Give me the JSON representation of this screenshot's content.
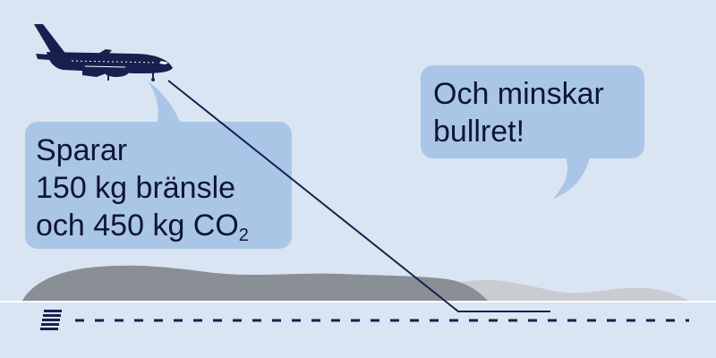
{
  "left_bubble": {
    "line1": "Sparar",
    "line2": "150 kg bränsle",
    "line3_prefix": "och 450 kg CO",
    "line3_sub": "2"
  },
  "right_bubble": {
    "line1": "Och minskar",
    "line2": "bullret!"
  },
  "colors": {
    "background": "#dae5f3",
    "bubble": "#a9c6e6",
    "dark_navy": "#18204f",
    "hill_dark": "#8a8f95",
    "hill_light": "#c9ccd0"
  }
}
